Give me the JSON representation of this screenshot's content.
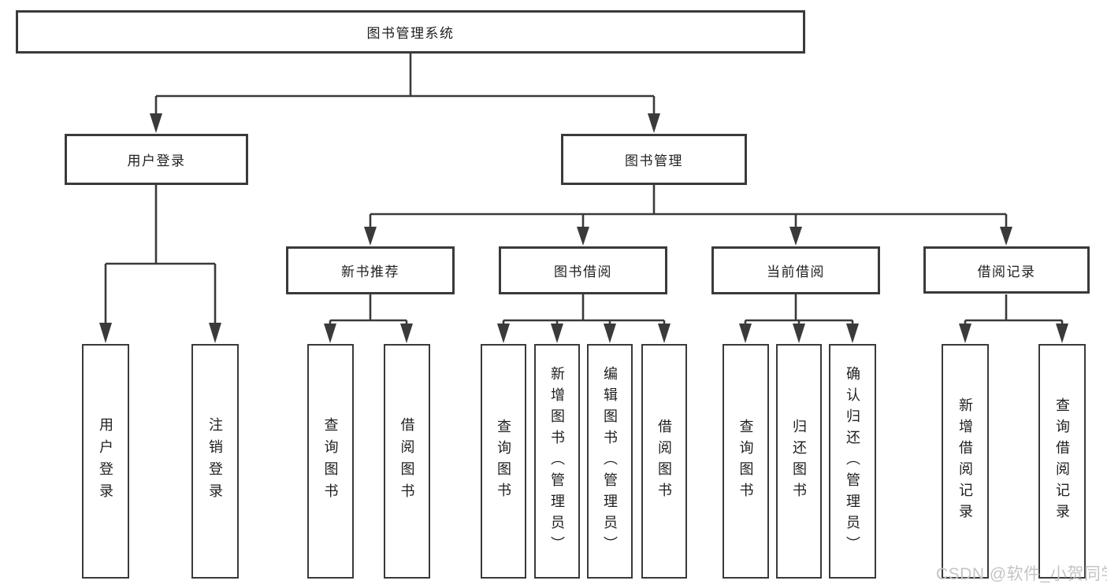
{
  "diagram": {
    "root": "图书管理系统",
    "level2": [
      "用户登录",
      "图书管理"
    ],
    "level3": [
      "新书推荐",
      "图书借阅",
      "当前借阅",
      "借阅记录"
    ],
    "leaves": {
      "user_login": [
        "用户登录",
        "注销登录"
      ],
      "new_book_recommend": [
        "查询图书",
        "借阅图书"
      ],
      "book_borrow": [
        "查询图书",
        "新增图书（管理员）",
        "编辑图书（管理员）",
        "借阅图书"
      ],
      "current_borrow": [
        "查询图书",
        "归还图书",
        "确认归还（管理员）"
      ],
      "borrow_records": [
        "新增借阅记录",
        "查询借阅记录"
      ]
    }
  },
  "watermark": "CSDN @软件_小贺同学",
  "colors": {
    "line": "#3a3a3a",
    "text": "#1f1f1f",
    "background": "#ffffff",
    "watermark": "#c4c4c4"
  }
}
